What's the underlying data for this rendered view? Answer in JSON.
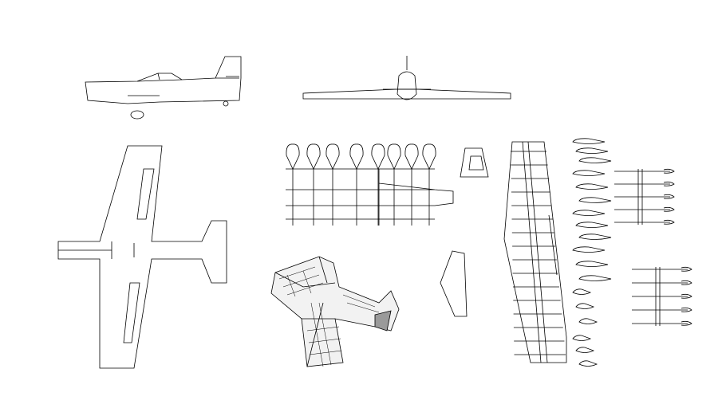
{
  "drawing": {
    "background": "#ffffff",
    "line_color": "#000000",
    "shade_color": "#9a9a9a",
    "views": [
      "side-view",
      "front-view",
      "top-view",
      "rib-assembly",
      "fin-part",
      "wing-panel",
      "airfoil-ribs",
      "isometric-view",
      "rudder-part"
    ]
  }
}
